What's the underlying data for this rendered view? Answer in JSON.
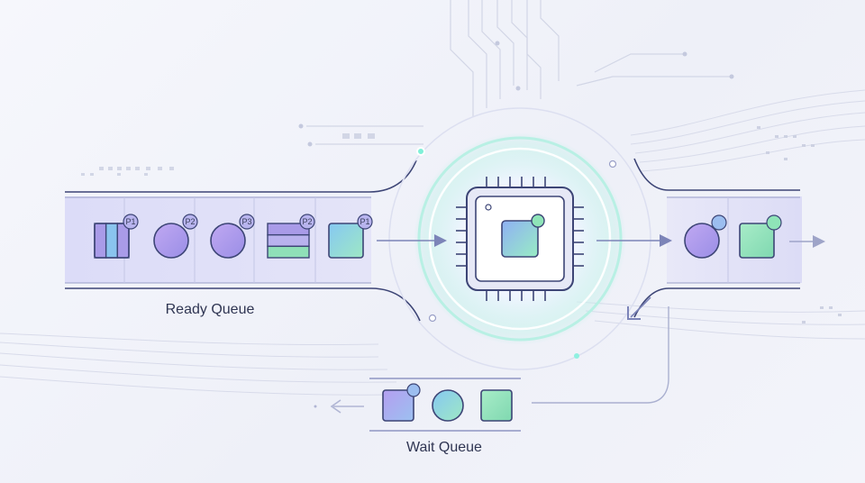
{
  "diagram": {
    "ready_queue": {
      "label": "Ready Queue",
      "items": [
        {
          "shape": "striped-square",
          "badge": "P1"
        },
        {
          "shape": "circle",
          "badge": "P2"
        },
        {
          "shape": "circle",
          "badge": "P3"
        },
        {
          "shape": "banded-square",
          "badge": "P2"
        },
        {
          "shape": "square",
          "badge": "P1"
        }
      ]
    },
    "cpu": {
      "icon": "cpu-chip-icon"
    },
    "output_items": [
      {
        "shape": "circle"
      },
      {
        "shape": "square"
      }
    ],
    "wait_queue": {
      "label": "Wait Queue",
      "items": [
        {
          "shape": "square"
        },
        {
          "shape": "circle"
        },
        {
          "shape": "square"
        }
      ]
    },
    "colors": {
      "purple": "#a99be8",
      "green": "#8fe0b8",
      "blue": "#8ac4ee",
      "outline": "#3d4576",
      "badge_fill": "#b8b4ee",
      "glow": "#8ff0e0",
      "lane_fill": "#dcdcf6"
    }
  }
}
